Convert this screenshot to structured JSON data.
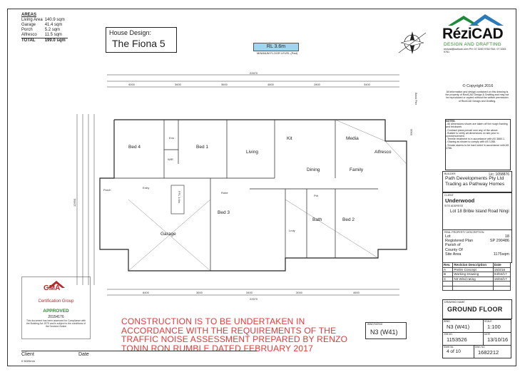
{
  "areas": {
    "title": "AREAS",
    "rows": [
      {
        "label": "Living Area",
        "value": "140.9 sqm"
      },
      {
        "label": "Garage",
        "value": "41.4 sqm"
      },
      {
        "label": "Porch",
        "value": "5.2 sqm"
      },
      {
        "label": "Alfresco",
        "value": "11.5 sqm"
      }
    ],
    "total_label": "TOTAL",
    "total_value": "199.0 sqm"
  },
  "house_design": {
    "label": "House Design:",
    "name": "The Fiona 5"
  },
  "rl": {
    "label": "RL 3.6m",
    "sub": "MINIMUM FLOOR LEVEL (Pad)"
  },
  "logo": {
    "name": "RéziCAD",
    "tagline": "DESIGN AND DRAFTING",
    "contact": "rezicad@outlook.com  PH: 07 3283 9760  FAX: 07 3283 9761"
  },
  "copyright": {
    "title": "© Copyright 2016",
    "text": "All information and design contained on this drawing is the property of ReziCAD Design & Drafting and may not be reproduced or copied without the written permission of ReziCAD Design and Drafting."
  },
  "notes": {
    "items": [
      "NOTES:",
      "- All dimensions shown are taken off the rough framing and brickwork.",
      "- Contract plans prevail over any of the above.",
      "- Builder to verify all dimensions on site prior to commencement.",
      "- Termite treatment is in accordance with AS 3660.1.",
      "- Glazing as shown to comply with AS 1288.",
      "- Smoke alarms to be hard wired in accordance with AS 3786."
    ]
  },
  "builder": {
    "caption": "BUILDER",
    "lic": "Lic: 1058876",
    "name": "Path Developments Pty Ltd Trading as Pathway Homes"
  },
  "client": {
    "caption": "CLIENT",
    "name": "Underwood",
    "address_caption": "SITE ADDRESS",
    "address": "Lot 18 Bribie Island Road Ningi"
  },
  "land": {
    "caption": "REAL PROPERTY DESCRIPTION",
    "rows": [
      {
        "label": "Lot",
        "value": "18"
      },
      {
        "label": "Registered Plan",
        "value": "SP 290486"
      },
      {
        "label": "Parish of",
        "value": ""
      },
      {
        "label": "County Of",
        "value": ""
      },
      {
        "label": "Site Area",
        "value": "1175sqm"
      }
    ]
  },
  "revisions": {
    "headers": [
      "Rev.",
      "Revision Description",
      "Date"
    ],
    "rows": [
      {
        "rev": "A",
        "desc": "Prelim Concept",
        "date": "15/3/16"
      },
      {
        "rev": "B",
        "desc": "Working Drawing",
        "date": "04/04/17"
      },
      {
        "rev": "C",
        "desc": "N3 Wind rating",
        "date": "15/04/17"
      }
    ]
  },
  "drawing_name": {
    "caption": "DRAWING NAME",
    "name": "GROUND FLOOR"
  },
  "title_block": {
    "wind_caption": "WIND",
    "wind": "N3 (W41)",
    "scale_caption": "SCALE",
    "scale": "1:100",
    "job_caption": "JOB NO.",
    "job": "1153526",
    "date_caption": "DATE",
    "date": "13/10/16",
    "sheet_caption": "Sheet No.",
    "sheet": "4 of 10",
    "dwg_caption": "DWG NO.",
    "dwg": "1682212"
  },
  "wind_rating": {
    "caption": "WIND RATING",
    "value": "N3 (W41)"
  },
  "warning": "CONSTRUCTION IS TO BE UNDERTAKEN IN ACCORDANCE WITH THE REQUIREMENTS OF THE TRAFFIC NOISE ASSESSMENT PREPARED BY RENZO TONIN RON RUMBLE DATED FEBRUARY 2017",
  "gma": {
    "logo": "GMA",
    "group": "Certification Group",
    "approved": "APPROVED",
    "number": "20154176",
    "text": "This document has been assessed for Compliance with the Building Act 1975 and is subject to the conditions of the Decision Notice"
  },
  "sign": {
    "client": "Client",
    "date": "Date"
  },
  "scale_bar": "0        5000mm",
  "plan": {
    "rooms": {
      "bed4": "Bed 4",
      "bed1": "Bed 1",
      "living": "Living",
      "kit": "Kit",
      "media": "Media",
      "family": "Family",
      "dining": "Dining",
      "alfresco": "Alfresco",
      "bed3": "Bed 3",
      "bed2": "Bed 2",
      "bath": "Bath",
      "lndy": "Lndy",
      "garage": "Garage",
      "ens": "Ens",
      "wir": "WIR",
      "porch": "Porch",
      "entry": "Entry",
      "robe": "Robe",
      "pdr": "Pdr"
    },
    "ffl": "FFL 3.6m",
    "dims": {
      "overall_top": "22670",
      "overall_bottom": "22670",
      "top_row": [
        "4000",
        "3600",
        "3600",
        "4800",
        "2800",
        "3400"
      ],
      "bottom_row": [
        "6400",
        "3600",
        "3400",
        "3000",
        "4600"
      ],
      "left": "12690",
      "right_top": "5900",
      "brick": "Brick Pier"
    }
  }
}
